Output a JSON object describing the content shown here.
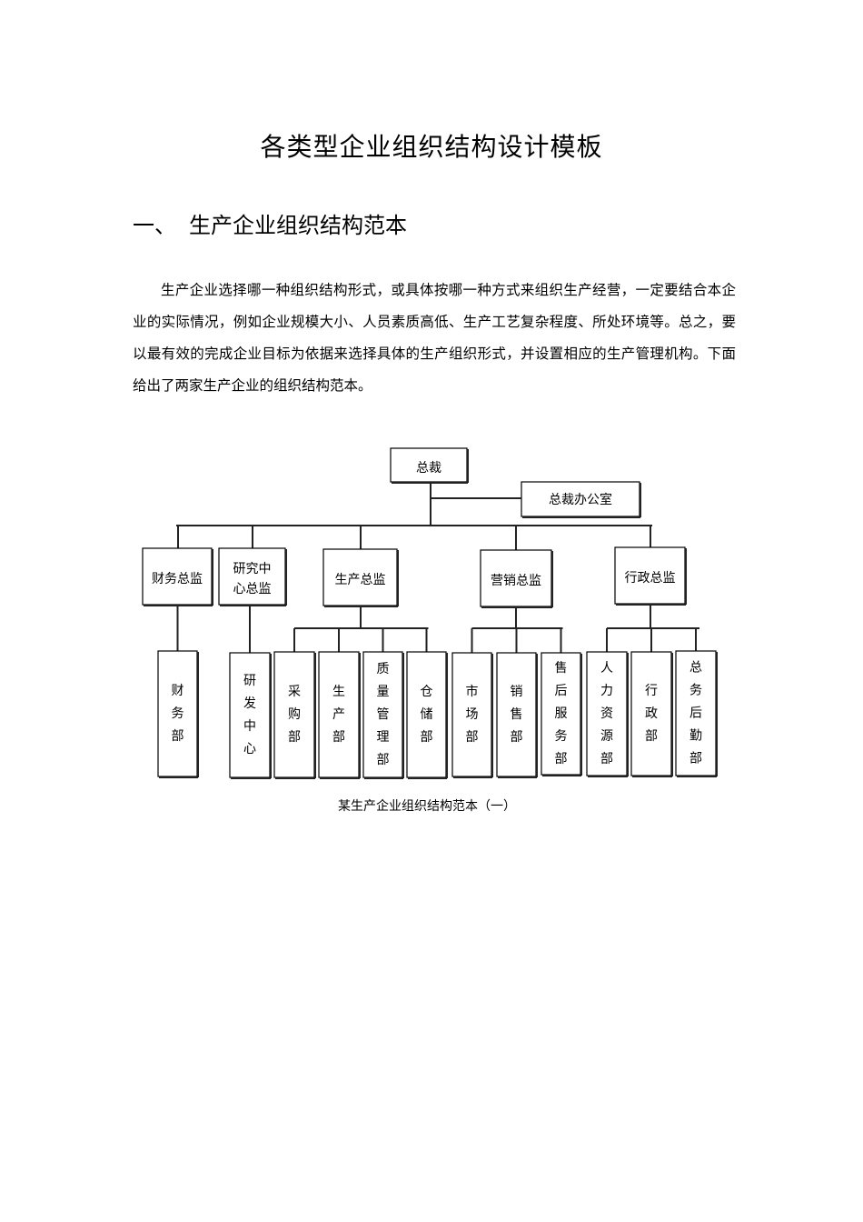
{
  "doc": {
    "title": "各类型企业组织结构设计模板",
    "section_number": "一、",
    "section_title": "生产企业组织结构范本",
    "paragraph": "生产企业选择哪一种组织结构形式，或具体按哪一种方式来组织生产经营，一定要结合本企业的实际情况，例如企业规模大小、人员素质高低、生产工艺复杂程度、所处环境等。总之，要以最有效的完成企业目标为依据来选择具体的生产组织形式，并设置相应的生产管理机构。下面给出了两家生产企业的组织结构范本。",
    "caption": "某生产企业组织结构范本（一）"
  },
  "org": {
    "root": "总裁",
    "office": "总裁办公室",
    "directors": [
      {
        "label": "财务总监",
        "departments": [
          "财务部"
        ]
      },
      {
        "label": "研究中心总监",
        "departments": [
          "研发中心"
        ]
      },
      {
        "label": "生产总监",
        "departments": [
          "采购部",
          "生产部",
          "质量管理部",
          "仓储部"
        ]
      },
      {
        "label": "营销总监",
        "departments": [
          "市场部",
          "销售部",
          "售后服务部"
        ]
      },
      {
        "label": "行政总监",
        "departments": [
          "人力资源部",
          "行政部",
          "总务后勤部"
        ]
      }
    ]
  }
}
